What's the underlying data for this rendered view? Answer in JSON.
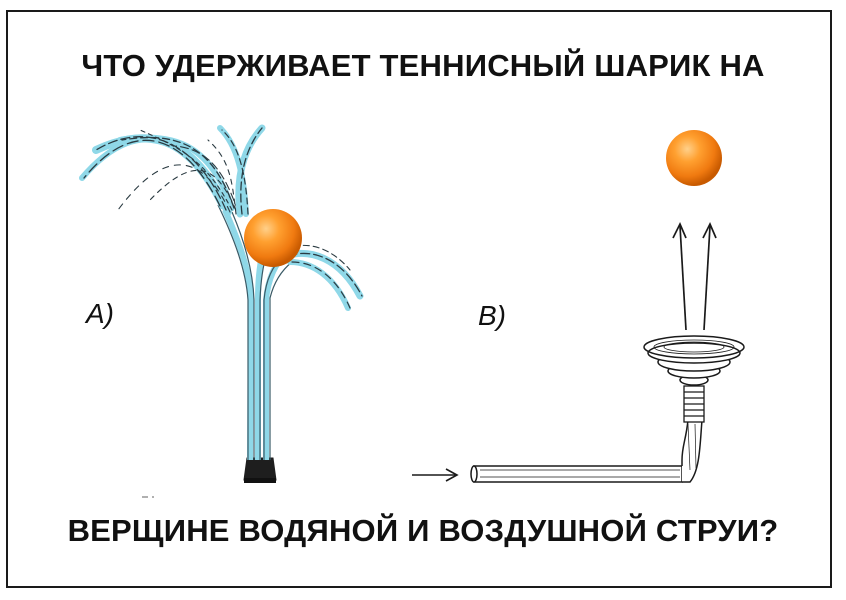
{
  "title_top": "ЧТО УДЕРЖИВАЕТ ТЕННИСНЫЙ ШАРИК НА",
  "title_bottom": "ВЕРЩИНЕ ВОДЯНОЙ И ВОЗДУШНОЙ СТРУИ?",
  "panel_a_label": "А)",
  "panel_b_label": "В)",
  "colors": {
    "ball_light": "#ffb24a",
    "ball_mid": "#f07a10",
    "ball_dark": "#c85a00",
    "water_fill": "#8fd8e8",
    "water_line": "#3a5a66",
    "ink": "#1a1a1a"
  }
}
